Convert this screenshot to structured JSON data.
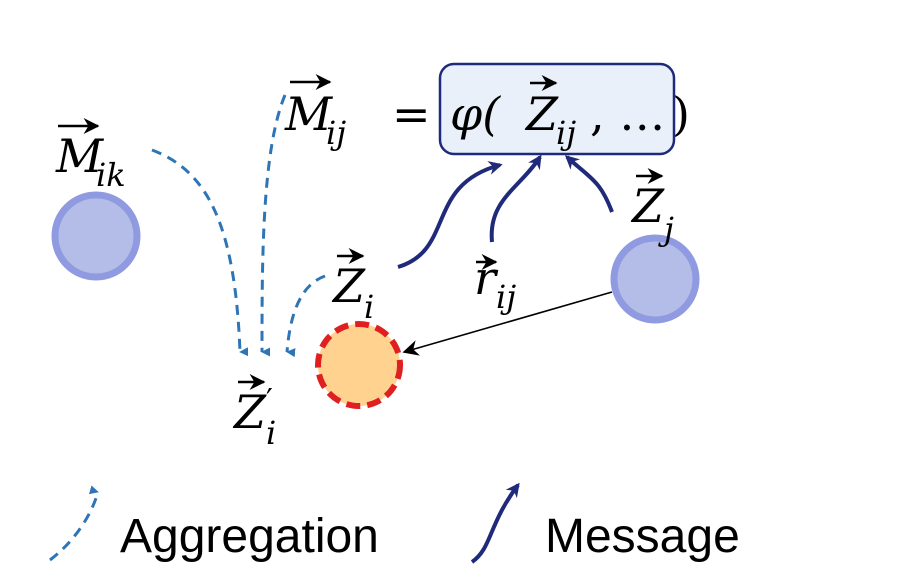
{
  "labels": {
    "m_ik_base": "M",
    "m_ik_sub": "ik",
    "m_ij_base": "M",
    "m_ij_sub": "ij",
    "equals": "=",
    "phi_open": "φ(",
    "z_in_phi": "Z",
    "z_in_phi_sub": "ij",
    "phi_rest": ", …",
    "close_paren": ")",
    "z_j_base": "Z",
    "z_j_sub": "j",
    "z_i_base": "Z",
    "z_i_sub": "i",
    "r_ij_base": "r",
    "r_ij_sub": "ij",
    "z_i_prime_base": "Z",
    "z_i_prime_sub": "i",
    "z_i_prime_mark": "′"
  },
  "legend": {
    "aggregation": "Aggregation",
    "message": "Message"
  },
  "colors": {
    "aggregation_arrow": "#2e75b6",
    "message_arrow": "#1f2a7a",
    "node_fill": "#b4bde8",
    "node_stroke": "#8f9ae0",
    "target_fill": "#ffd28f",
    "target_stroke": "#e02020",
    "phi_box_fill": "#eaf0fa",
    "phi_box_stroke": "#1f2a7a"
  }
}
